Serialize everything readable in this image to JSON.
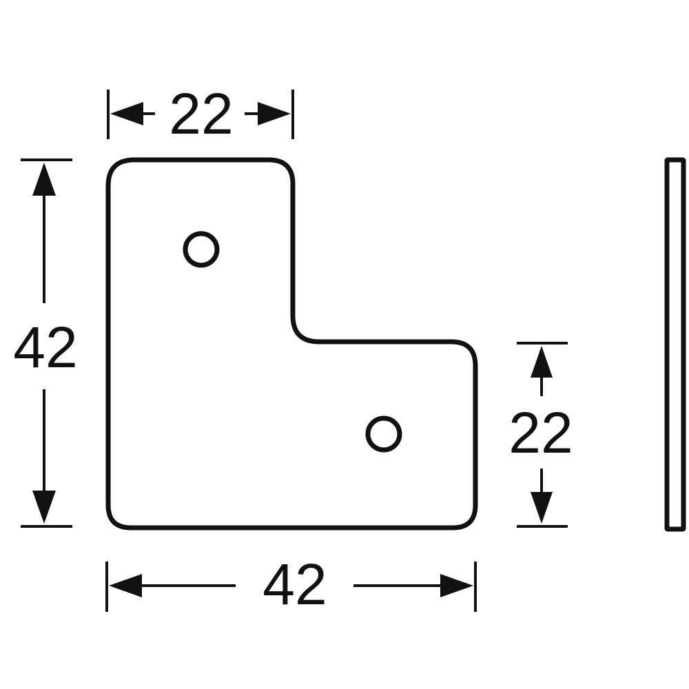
{
  "drawing": {
    "colors": {
      "ink": "#111111",
      "background": "#ffffff"
    },
    "dimensions": {
      "top_width": "22",
      "total_height": "42",
      "right_height": "22",
      "total_width": "42"
    }
  }
}
